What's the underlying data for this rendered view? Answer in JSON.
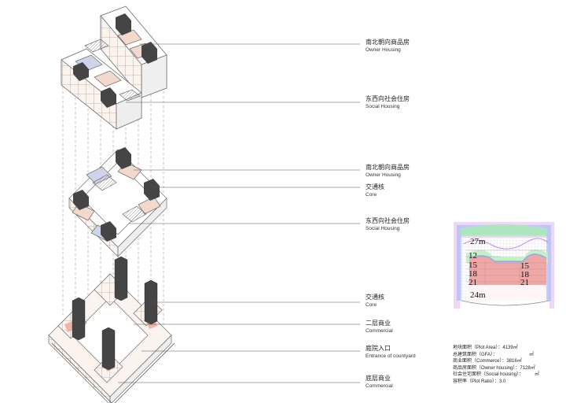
{
  "labels": [
    {
      "zh": "南北朝向商品房",
      "en": "Owner Housing"
    },
    {
      "zh": "东西向社会住房",
      "en": "Social Housing"
    },
    {
      "zh": "南北朝向商品房",
      "en": "Owner Housing"
    },
    {
      "zh": "交通核",
      "en": "Core"
    },
    {
      "zh": "东西向社会住房",
      "en": "Social Housing"
    },
    {
      "zh": "交通核",
      "en": "Core"
    },
    {
      "zh": "二层商业",
      "en": "Commercial"
    },
    {
      "zh": "庭院入口",
      "en": "Entrance of countyard"
    },
    {
      "zh": "底层商业",
      "en": "Commercial"
    }
  ],
  "height_map": {
    "heights": [
      "27m",
      "12",
      "15",
      "18",
      "21",
      "24m",
      "15",
      "18",
      "21"
    ]
  },
  "stats": [
    {
      "label": "地块面积（Plot Area）：",
      "value": "4139㎡",
      "unit": ""
    },
    {
      "label": "总建筑面积（GFA）：",
      "value": "",
      "unit": "㎡"
    },
    {
      "label": "商业面积（Commerce）：",
      "value": "3816㎡",
      "unit": ""
    },
    {
      "label": "商品房面积（Owner housing）：",
      "value": "7128㎡",
      "unit": ""
    },
    {
      "label": "社会住宅面积（Social housing）：",
      "value": "",
      "unit": "㎡"
    },
    {
      "label": "容积率（Plot Ratio）：",
      "value": "3.0",
      "unit": ""
    }
  ],
  "colors": {
    "leader": "#555555",
    "core": "#454545",
    "unit_pink": "#f3d9cc",
    "unit_blue": "#cfd4ea",
    "outline": "#6a6a6a",
    "heat_red": "#f2a7a7",
    "heat_blue": "#7fa6ff",
    "heat_green": "#a8efb0"
  }
}
